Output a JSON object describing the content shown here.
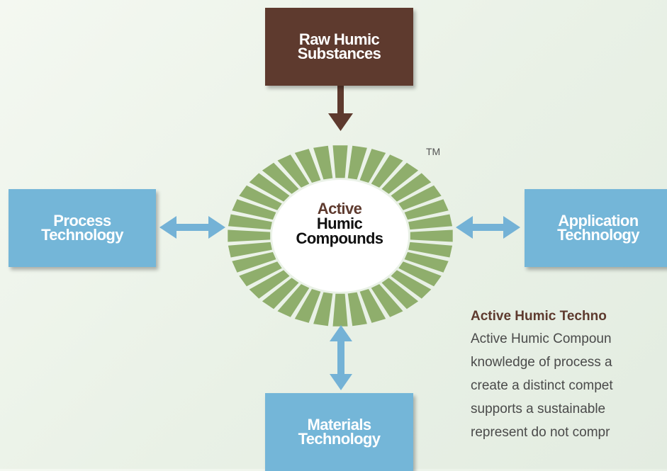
{
  "boxes": {
    "raw": "Raw Humic\nSubstances",
    "process": "Process\nTechnology",
    "application": "Application\nTechnology",
    "materials": "Materials\nTechnology"
  },
  "center": {
    "line1": "Active",
    "line2": "Humic",
    "line3": "Compounds",
    "trademark": "TM"
  },
  "text": {
    "heading": "Active Humic Techno",
    "lines": [
      "Active Humic Compoun",
      "knowledge of process a",
      "create a distinct compet",
      "supports a sustainable",
      "represent do not compr"
    ]
  },
  "colors": {
    "brown": "#5e3a2e",
    "blue_box": "#74b6d8",
    "arrow_blue": "#74b2d6",
    "ray_green": "#8fae6c",
    "background": "#eef4ea"
  }
}
